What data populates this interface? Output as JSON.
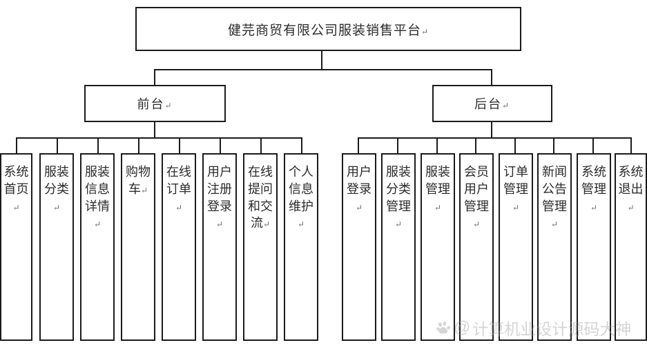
{
  "diagram": {
    "type": "organization-chart",
    "title_box": {
      "label": "健芫商贸有限公司服装销售平台",
      "return_mark": "↵"
    },
    "mid_nodes": [
      {
        "label": "前台",
        "return_mark": "↵"
      },
      {
        "label": "后台",
        "return_mark": "↵"
      }
    ],
    "frontend_leaves": [
      {
        "label": "系统首页",
        "return_mark": "↵"
      },
      {
        "label": "服装分类",
        "return_mark": "↵"
      },
      {
        "label": "服装信息详情",
        "return_mark": "↵"
      },
      {
        "label": "购物车",
        "return_mark": "↵"
      },
      {
        "label": "在线订单",
        "return_mark": "↵"
      },
      {
        "label": "用户注册登录",
        "return_mark": "↵"
      },
      {
        "label": "在线提问和交流",
        "return_mark": "↵"
      },
      {
        "label": "个人信息维护",
        "return_mark": "↵"
      }
    ],
    "backend_leaves": [
      {
        "label": "用户登录",
        "return_mark": "↵"
      },
      {
        "label": "服装分类管理",
        "return_mark": "↵"
      },
      {
        "label": "服装管理",
        "return_mark": "↵"
      },
      {
        "label": "会员用户管理",
        "return_mark": "↵"
      },
      {
        "label": "订单管理",
        "return_mark": "↵"
      },
      {
        "label": "新闻公告管理",
        "return_mark": "↵"
      },
      {
        "label": "系统管理",
        "return_mark": "↵"
      },
      {
        "label": "系统退出",
        "return_mark": "↵"
      }
    ],
    "watermark": {
      "at_symbol": "@",
      "text": "计算机业设计源码大神"
    },
    "colors": {
      "border": "#1a1a1a",
      "text": "#2b2b2b",
      "background": "#ffffff",
      "watermark": "#9a9a9a"
    }
  }
}
